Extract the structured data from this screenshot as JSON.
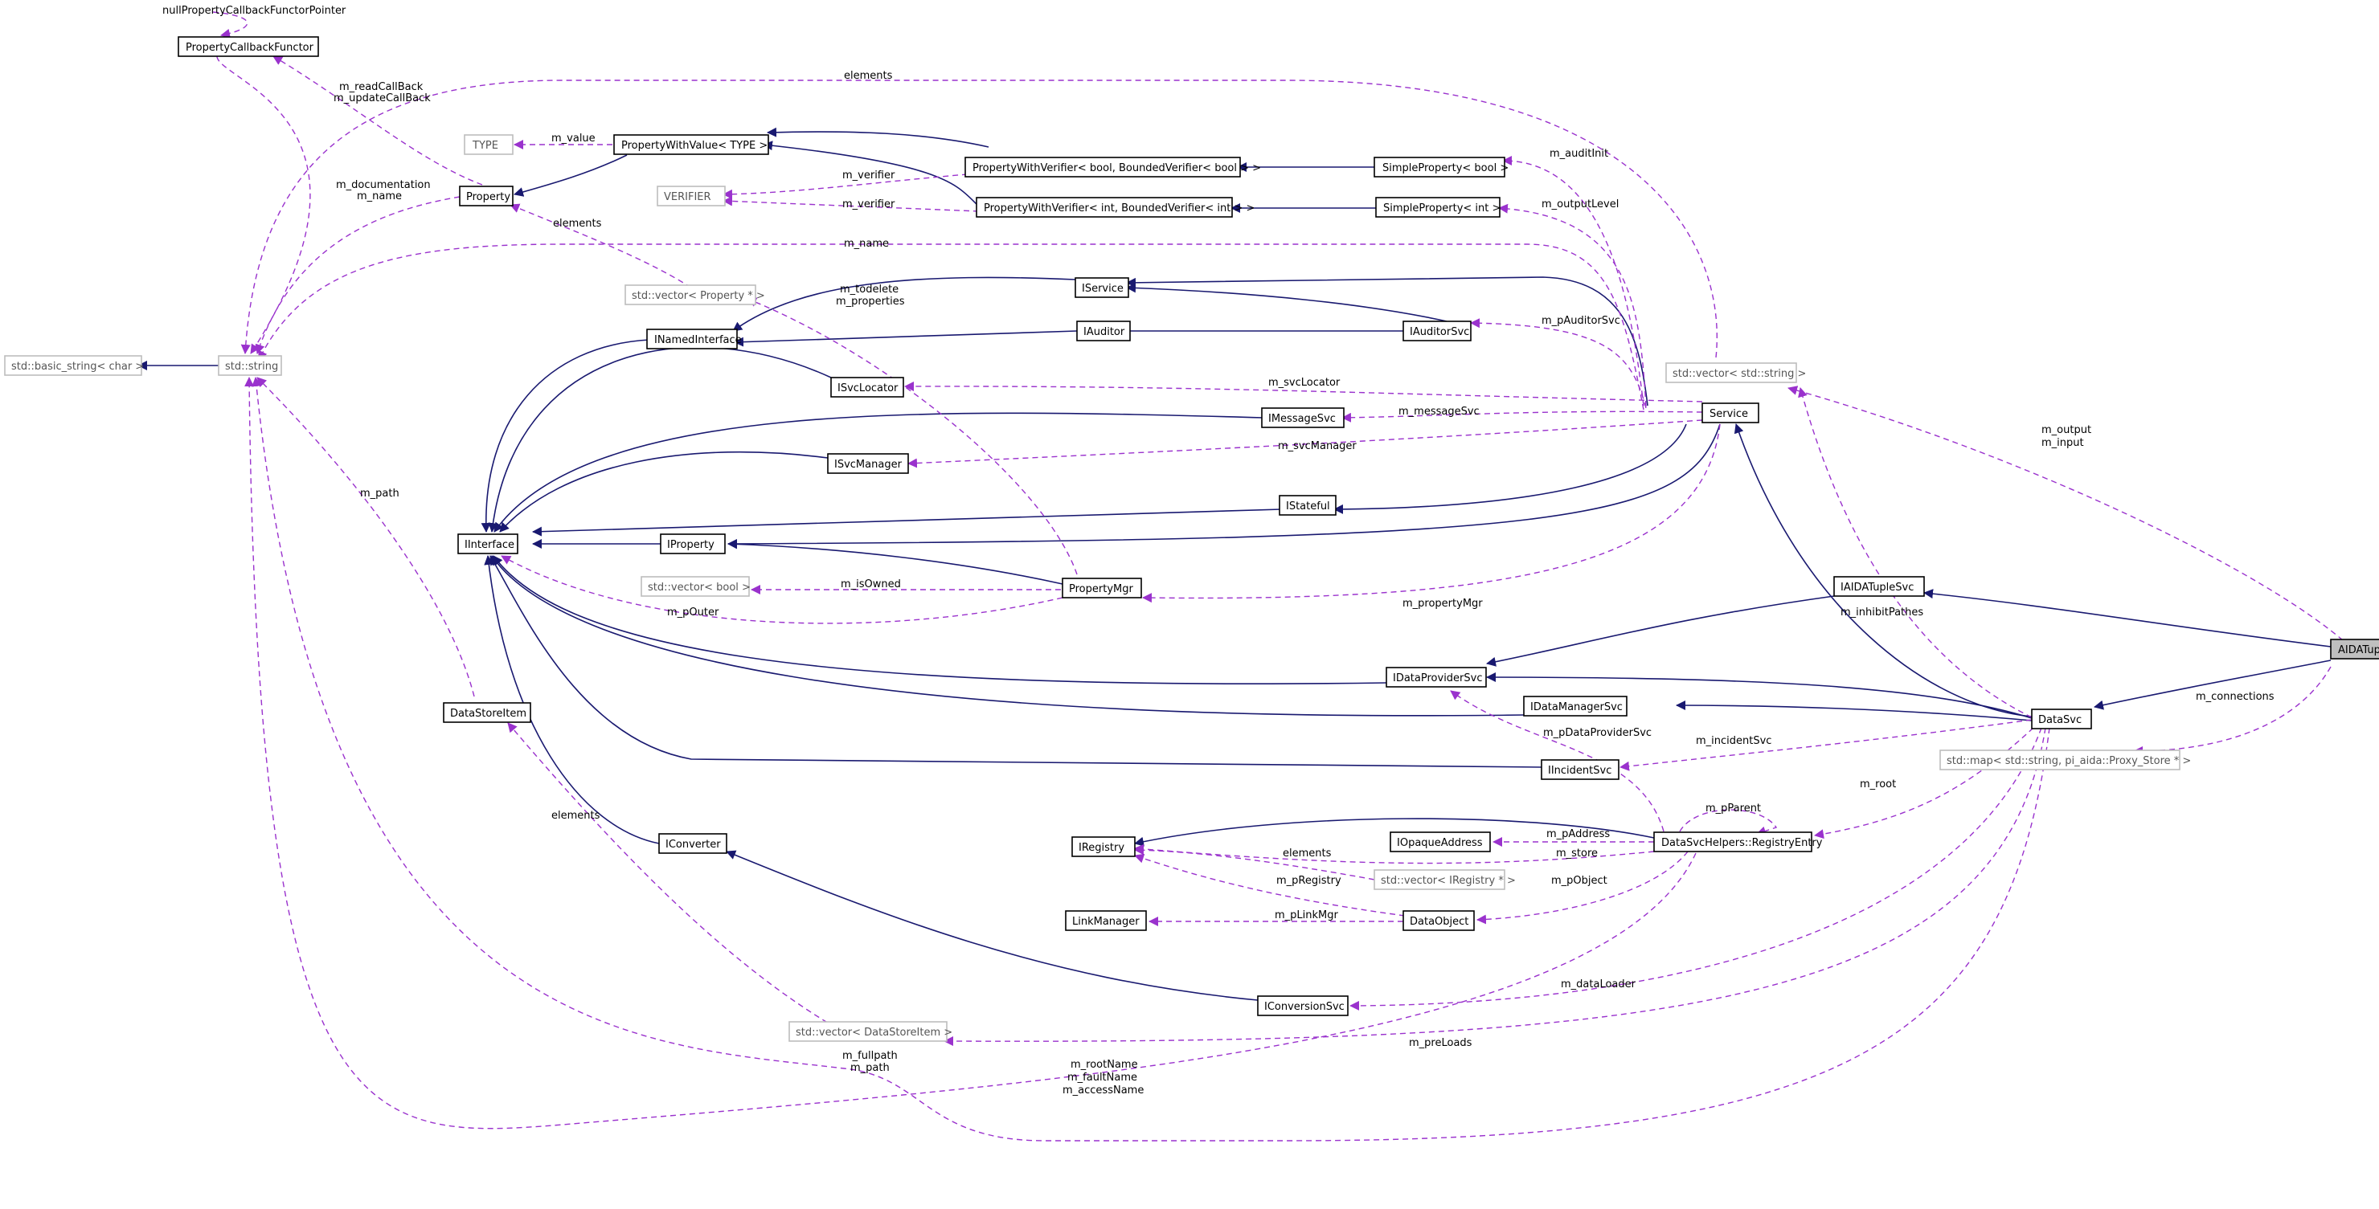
{
  "diagram": {
    "nodes": [
      {
        "id": "nullPropertyCallbackFunctorPointer",
        "label": "nullPropertyCallbackFunctorPointer",
        "kind": "text"
      },
      {
        "id": "PropertyCallbackFunctor",
        "label": "PropertyCallbackFunctor",
        "kind": "class"
      },
      {
        "id": "TYPE",
        "label": "TYPE",
        "kind": "ext"
      },
      {
        "id": "PropertyWithValue",
        "label": "PropertyWithValue< TYPE >",
        "kind": "class"
      },
      {
        "id": "PWVbool",
        "label": "PropertyWithVerifier< bool, BoundedVerifier< bool > >",
        "kind": "class"
      },
      {
        "id": "SPbool",
        "label": "SimpleProperty< bool >",
        "kind": "class"
      },
      {
        "id": "VERIFIER",
        "label": "VERIFIER",
        "kind": "ext"
      },
      {
        "id": "Property",
        "label": "Property",
        "kind": "class"
      },
      {
        "id": "PWVint",
        "label": "PropertyWithVerifier< int, BoundedVerifier< int > >",
        "kind": "class"
      },
      {
        "id": "SPint",
        "label": "SimpleProperty< int >",
        "kind": "class"
      },
      {
        "id": "vecProperty",
        "label": "std::vector< Property * >",
        "kind": "ext"
      },
      {
        "id": "IService",
        "label": "IService",
        "kind": "class"
      },
      {
        "id": "basic_string",
        "label": "std::basic_string< char >",
        "kind": "ext"
      },
      {
        "id": "stdstring",
        "label": "std::string",
        "kind": "ext"
      },
      {
        "id": "INamedInterface",
        "label": "INamedInterface",
        "kind": "class"
      },
      {
        "id": "IAuditor",
        "label": "IAuditor",
        "kind": "class"
      },
      {
        "id": "IAuditorSvc",
        "label": "IAuditorSvc",
        "kind": "class"
      },
      {
        "id": "vecString",
        "label": "std::vector< std::string >",
        "kind": "ext"
      },
      {
        "id": "ISvcLocator",
        "label": "ISvcLocator",
        "kind": "class"
      },
      {
        "id": "Service",
        "label": "Service",
        "kind": "class"
      },
      {
        "id": "IMessageSvc",
        "label": "IMessageSvc",
        "kind": "class"
      },
      {
        "id": "ISvcManager",
        "label": "ISvcManager",
        "kind": "class"
      },
      {
        "id": "IStateful",
        "label": "IStateful",
        "kind": "class"
      },
      {
        "id": "IInterface",
        "label": "IInterface",
        "kind": "class"
      },
      {
        "id": "IProperty",
        "label": "IProperty",
        "kind": "class"
      },
      {
        "id": "vecBool",
        "label": "std::vector< bool >",
        "kind": "ext"
      },
      {
        "id": "PropertyMgr",
        "label": "PropertyMgr",
        "kind": "class"
      },
      {
        "id": "IAIDATupleSvc",
        "label": "IAIDATupleSvc",
        "kind": "class"
      },
      {
        "id": "AIDATupleSvc",
        "label": "AIDATupleSvc",
        "kind": "focus"
      },
      {
        "id": "IDataProviderSvc",
        "label": "IDataProviderSvc",
        "kind": "class"
      },
      {
        "id": "IDataManagerSvc",
        "label": "IDataManagerSvc",
        "kind": "class"
      },
      {
        "id": "DataSvc",
        "label": "DataSvc",
        "kind": "class"
      },
      {
        "id": "DataStoreItem",
        "label": "DataStoreItem",
        "kind": "class"
      },
      {
        "id": "mapProxy",
        "label": "std::map< std::string, pi_aida::Proxy_Store * >",
        "kind": "ext"
      },
      {
        "id": "IIncidentSvc",
        "label": "IIncidentSvc",
        "kind": "class"
      },
      {
        "id": "IConverter",
        "label": "IConverter",
        "kind": "class"
      },
      {
        "id": "IRegistry",
        "label": "IRegistry",
        "kind": "class"
      },
      {
        "id": "IOpaqueAddress",
        "label": "IOpaqueAddress",
        "kind": "class"
      },
      {
        "id": "RegistryEntry",
        "label": "DataSvcHelpers::RegistryEntry",
        "kind": "class"
      },
      {
        "id": "vecIRegistry",
        "label": "std::vector< IRegistry * >",
        "kind": "ext"
      },
      {
        "id": "LinkManager",
        "label": "LinkManager",
        "kind": "class"
      },
      {
        "id": "DataObject",
        "label": "DataObject",
        "kind": "class"
      },
      {
        "id": "IConversionSvc",
        "label": "IConversionSvc",
        "kind": "class"
      },
      {
        "id": "vecDataStoreItem",
        "label": "std::vector< DataStoreItem >",
        "kind": "ext"
      }
    ],
    "edge_labels": [
      {
        "id": "elements_top",
        "text": "elements"
      },
      {
        "id": "readCallBack",
        "text": "m_readCallBack"
      },
      {
        "id": "updateCallBack",
        "text": "m_updateCallBack"
      },
      {
        "id": "value",
        "text": "m_value"
      },
      {
        "id": "auditInit",
        "text": "m_auditInit"
      },
      {
        "id": "verifier1",
        "text": "m_verifier"
      },
      {
        "id": "documentation",
        "text": "m_documentation"
      },
      {
        "id": "nameProp",
        "text": "m_name"
      },
      {
        "id": "verifier2",
        "text": "m_verifier"
      },
      {
        "id": "outputLevel",
        "text": "m_outputLevel"
      },
      {
        "id": "elementsVec",
        "text": "elements"
      },
      {
        "id": "nameSvc",
        "text": "m_name"
      },
      {
        "id": "todelete",
        "text": "m_todelete"
      },
      {
        "id": "properties",
        "text": "m_properties"
      },
      {
        "id": "pAuditorSvc",
        "text": "m_pAuditorSvc"
      },
      {
        "id": "svcLocator",
        "text": "m_svcLocator"
      },
      {
        "id": "messageSvc",
        "text": "m_messageSvc"
      },
      {
        "id": "output",
        "text": "m_output"
      },
      {
        "id": "input",
        "text": "m_input"
      },
      {
        "id": "svcManager",
        "text": "m_svcManager"
      },
      {
        "id": "path",
        "text": "m_path"
      },
      {
        "id": "isOwned",
        "text": "m_isOwned"
      },
      {
        "id": "pOuter",
        "text": "m_pOuter"
      },
      {
        "id": "propertyMgr",
        "text": "m_propertyMgr"
      },
      {
        "id": "inhibitPathes",
        "text": "m_inhibitPathes"
      },
      {
        "id": "connections",
        "text": "m_connections"
      },
      {
        "id": "pDataProviderSvc",
        "text": "m_pDataProviderSvc"
      },
      {
        "id": "incidentSvc",
        "text": "m_incidentSvc"
      },
      {
        "id": "root",
        "text": "m_root"
      },
      {
        "id": "pParent",
        "text": "m_pParent"
      },
      {
        "id": "elementsDS",
        "text": "elements"
      },
      {
        "id": "pAddress",
        "text": "m_pAddress"
      },
      {
        "id": "elementsReg",
        "text": "elements"
      },
      {
        "id": "store",
        "text": "m_store"
      },
      {
        "id": "pRegistry",
        "text": "m_pRegistry"
      },
      {
        "id": "pObject",
        "text": "m_pObject"
      },
      {
        "id": "pLinkMgr",
        "text": "m_pLinkMgr"
      },
      {
        "id": "dataLoader",
        "text": "m_dataLoader"
      },
      {
        "id": "preLoads",
        "text": "m_preLoads"
      },
      {
        "id": "fullpath",
        "text": "m_fullpath"
      },
      {
        "id": "pathDS",
        "text": "m_path"
      },
      {
        "id": "rootName",
        "text": "m_rootName"
      },
      {
        "id": "faultName",
        "text": "m_faultName"
      },
      {
        "id": "accessName",
        "text": "m_accessName"
      }
    ]
  }
}
